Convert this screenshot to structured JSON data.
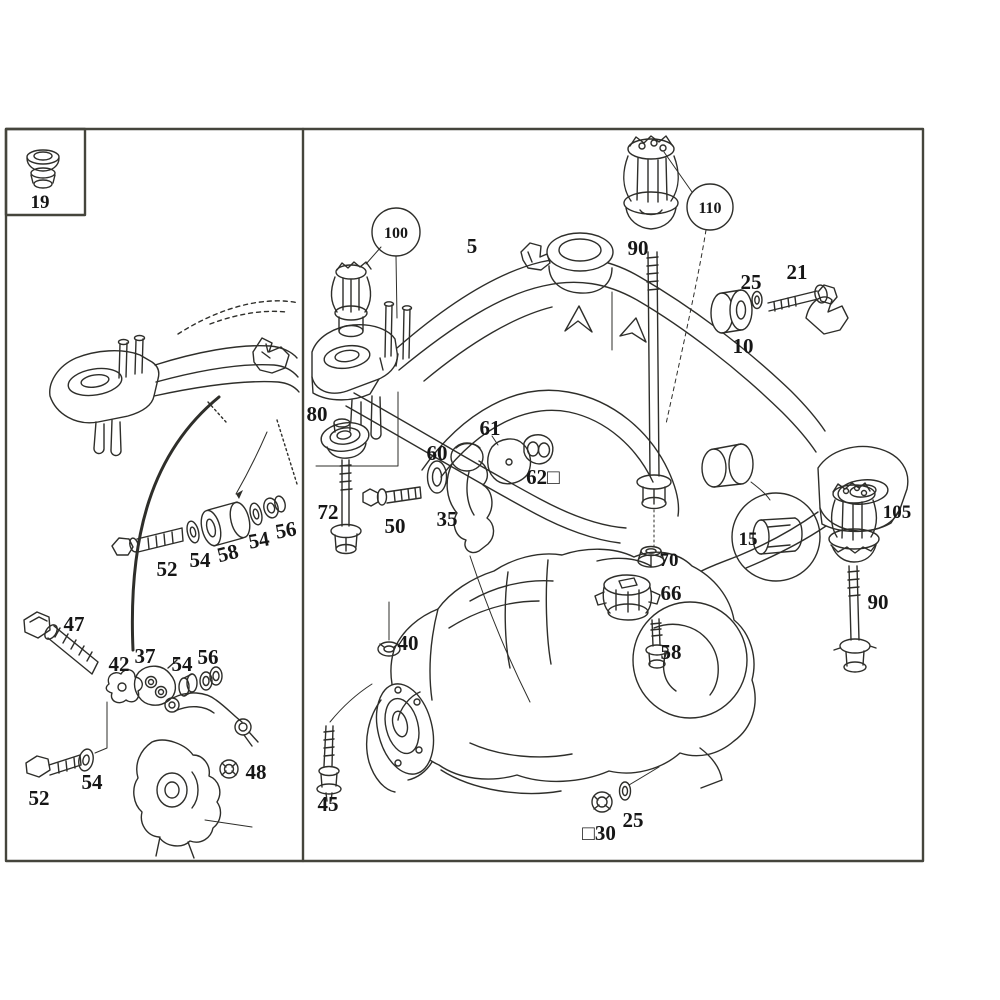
{
  "colors": {
    "background": "#ffffff",
    "line": "#2e2e2a",
    "border": "#45453c",
    "label": "#161616"
  },
  "diagram": {
    "type": "exploded-parts-diagram",
    "inset": {
      "label": "19"
    },
    "callouts": {
      "c100": "100",
      "c110": "110",
      "c15": "15"
    },
    "left_panel": {
      "bolt52_upper": "52",
      "washer54_upper": "54",
      "bushing58": "58",
      "washer54_upper2": "54",
      "nut56_upper": "56",
      "bolt47": "47",
      "plate42": "42",
      "link37": "37",
      "bushing54": "54",
      "washer56": "56",
      "washer54_lower": "54",
      "bolt52_lower": "52",
      "nut48": "48"
    },
    "right_panel": {
      "label5": "5",
      "bolt90_top": "90",
      "washer25_top": "25",
      "bolt21": "21",
      "bushing10": "10",
      "grommet80": "80",
      "bolt72": "72",
      "bolt50": "50",
      "seal60": "60",
      "breather35": "35",
      "plate61": "61",
      "gasket62": "62□",
      "mount105": "105",
      "bolt90_right": "90",
      "nut70": "70",
      "mount66": "66",
      "bolt58": "58",
      "washer40": "40",
      "bolt45": "45",
      "nut30": "□30",
      "washer25_bottom": "25"
    }
  }
}
